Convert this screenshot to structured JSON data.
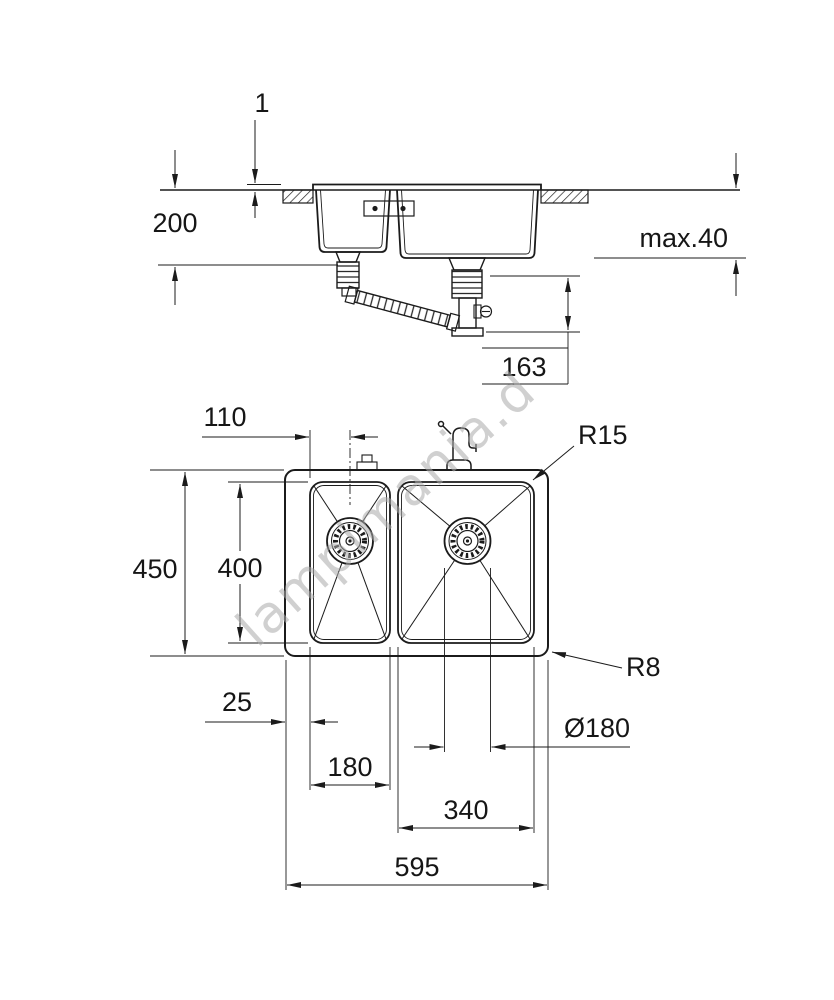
{
  "watermark": {
    "text": "lampimania.d"
  },
  "section_view": {
    "dim_rim_height": "1",
    "dim_install_depth": "200",
    "dim_counter_thickness": "max.40",
    "dim_drain_depth": "163"
  },
  "plan_view": {
    "dim_drain_offset": "110",
    "dim_inner_corner_radius": "R15",
    "dim_overall_depth": "450",
    "dim_bowl_depth": "400",
    "dim_outer_corner_radius": "R8",
    "dim_rim_width": "25",
    "dim_drain_diameter": "Ø180",
    "dim_small_bowl_width": "180",
    "dim_large_bowl_width": "340",
    "dim_overall_width": "595"
  }
}
